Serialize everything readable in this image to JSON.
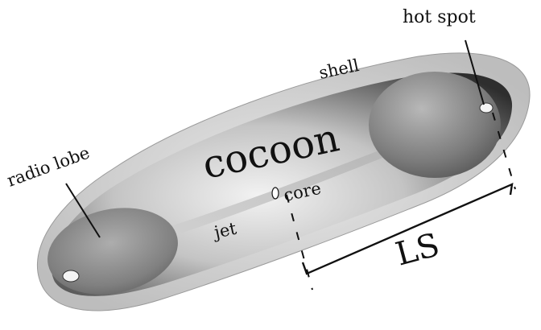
{
  "diagram": {
    "labels": {
      "hot_spot": "hot spot",
      "shell": "shell",
      "cocoon": "cocoon",
      "radio_lobe": "radio lobe",
      "core": "core",
      "jet": "jet",
      "ls": "LS"
    },
    "colors": {
      "background": "#ffffff",
      "shell_fill": "#cfcfcf",
      "cocoon_dark": "#3a3a3a",
      "cocoon_light": "#e6e6e6",
      "lobe_fill": "#8a8a8a",
      "ink": "#111111"
    }
  }
}
